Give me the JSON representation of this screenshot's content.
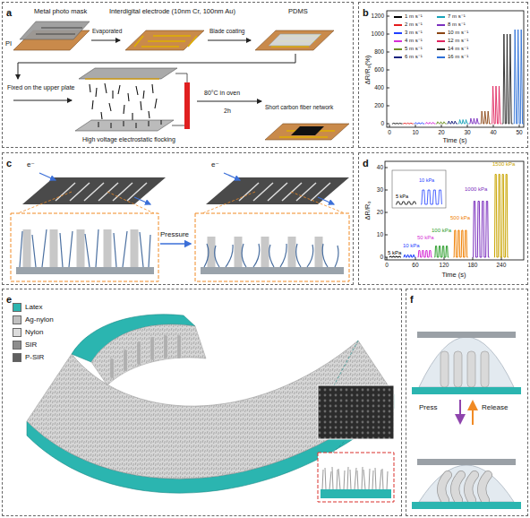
{
  "diagram": {
    "nodes": [
      {
        "text": [
          "a"
        ]
      },
      {
        "text": [
          "b"
        ]
      },
      {
        "text": [
          "c"
        ]
      },
      {
        "text": [
          "d"
        ]
      },
      {
        "text": [
          "e"
        ]
      },
      {
        "text": [
          "f"
        ]
      }
    ],
    "labels": [
      "Metal photo mask",
      "Interdigital electrode (10nm Cr, 100nm Au)",
      "PDMS",
      "PI",
      "Evaporated",
      "Blade coating",
      "Fixed on the upper plate",
      "High voltage electrostatic flocking",
      "80°C in oven",
      "2h",
      "Short carbon fiber network",
      "ΔR/R₀(%)",
      "0",
      "200",
      "400",
      "600",
      "800",
      "1000",
      "1200",
      "0",
      "10",
      "20",
      "30",
      "40",
      "50",
      "Time (s)",
      "e⁻",
      "e⁻",
      "Pressure",
      "ΔR/R₀",
      "0",
      "10",
      "20",
      "30",
      "40",
      "0",
      "60",
      "120",
      "180",
      "240",
      "Time (s)",
      "5 kPa",
      "10 kPa",
      "50 kPa",
      "100 kPa",
      "500 kPa",
      "1000 kPa",
      "1500 kPa",
      "5 kPa",
      "10 kPa",
      "Press",
      "Release"
    ],
    "legend": [
      {
        "text": "1 m s⁻¹",
        "color": "#000000"
      },
      {
        "text": "2 m s⁻¹",
        "color": "#e41a1c"
      },
      {
        "text": "3 m s⁻¹",
        "color": "#1f3fff"
      },
      {
        "text": "4 m s⁻¹",
        "color": "#d62fd6"
      },
      {
        "text": "5 m s⁻¹",
        "color": "#6b8e23"
      },
      {
        "text": "6 m s⁻¹",
        "color": "#1a237e"
      },
      {
        "text": "7 m s⁻¹",
        "color": "#17a2b8"
      },
      {
        "text": "8 m s⁻¹",
        "color": "#7b2fbe"
      },
      {
        "text": "10 m s⁻¹",
        "color": "#8b4513"
      },
      {
        "text": "12 m s⁻¹",
        "color": "#e0245e"
      },
      {
        "text": "14 m s⁻¹",
        "color": "#222222"
      },
      {
        "text": "16 m s⁻¹",
        "color": "#2c6fd6"
      },
      {
        "text": "Latex",
        "color": "#2bb5b0"
      },
      {
        "text": "Ag-nylon",
        "color": "#c0c0c0"
      },
      {
        "text": "Nylon",
        "color": "#dcdcdc"
      },
      {
        "text": "SIR",
        "color": "#8c8c8c"
      },
      {
        "text": "P-SIR",
        "color": "#5f5f5f"
      }
    ]
  }
}
